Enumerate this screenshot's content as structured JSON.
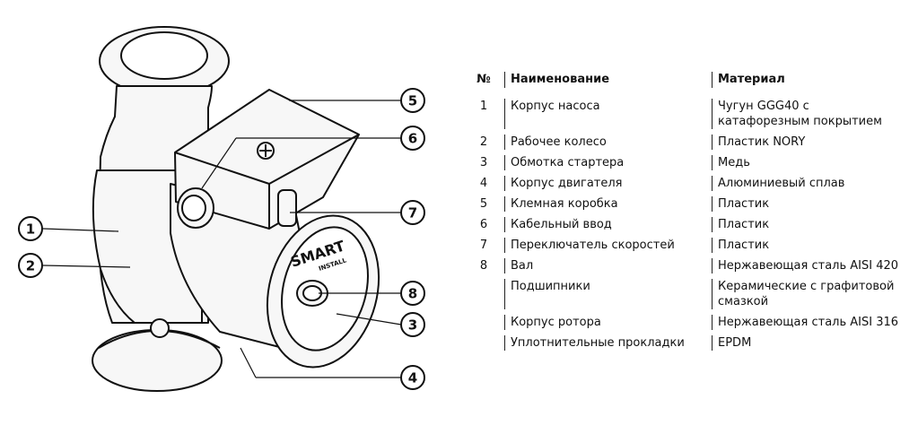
{
  "diagram": {
    "callouts": [
      "1",
      "2",
      "3",
      "4",
      "5",
      "6",
      "7",
      "8"
    ],
    "brand": {
      "name": "SMART",
      "sub": "INSTALL"
    }
  },
  "table": {
    "headers": {
      "num": "№",
      "name": "Наименование",
      "material": "Материал"
    },
    "rows": [
      {
        "num": "1",
        "name": "Корпус насоса",
        "material": "Чугун GGG40 с катафорезным покрытием"
      },
      {
        "num": "2",
        "name": "Рабочее колесо",
        "material": "Пластик NORY"
      },
      {
        "num": "3",
        "name": "Обмотка стартера",
        "material": "Медь"
      },
      {
        "num": "4",
        "name": "Корпус двигателя",
        "material": "Алюминиевый сплав"
      },
      {
        "num": "5",
        "name": "Клемная коробка",
        "material": "Пластик"
      },
      {
        "num": "6",
        "name": "Кабельный ввод",
        "material": "Пластик"
      },
      {
        "num": "7",
        "name": "Переключатель скоростей",
        "material": "Пластик"
      },
      {
        "num": "8",
        "name": "Вал",
        "material": "Нержавеющая сталь AISI 420"
      },
      {
        "num": "",
        "name": "Подшипники",
        "material": "Керамические с графитовой смазкой"
      },
      {
        "num": "",
        "name": "Корпус ротора",
        "material": "Нержавеющая сталь AISI 316"
      },
      {
        "num": "",
        "name": "Уплотнительные прокладки",
        "material": "EPDM"
      }
    ]
  }
}
